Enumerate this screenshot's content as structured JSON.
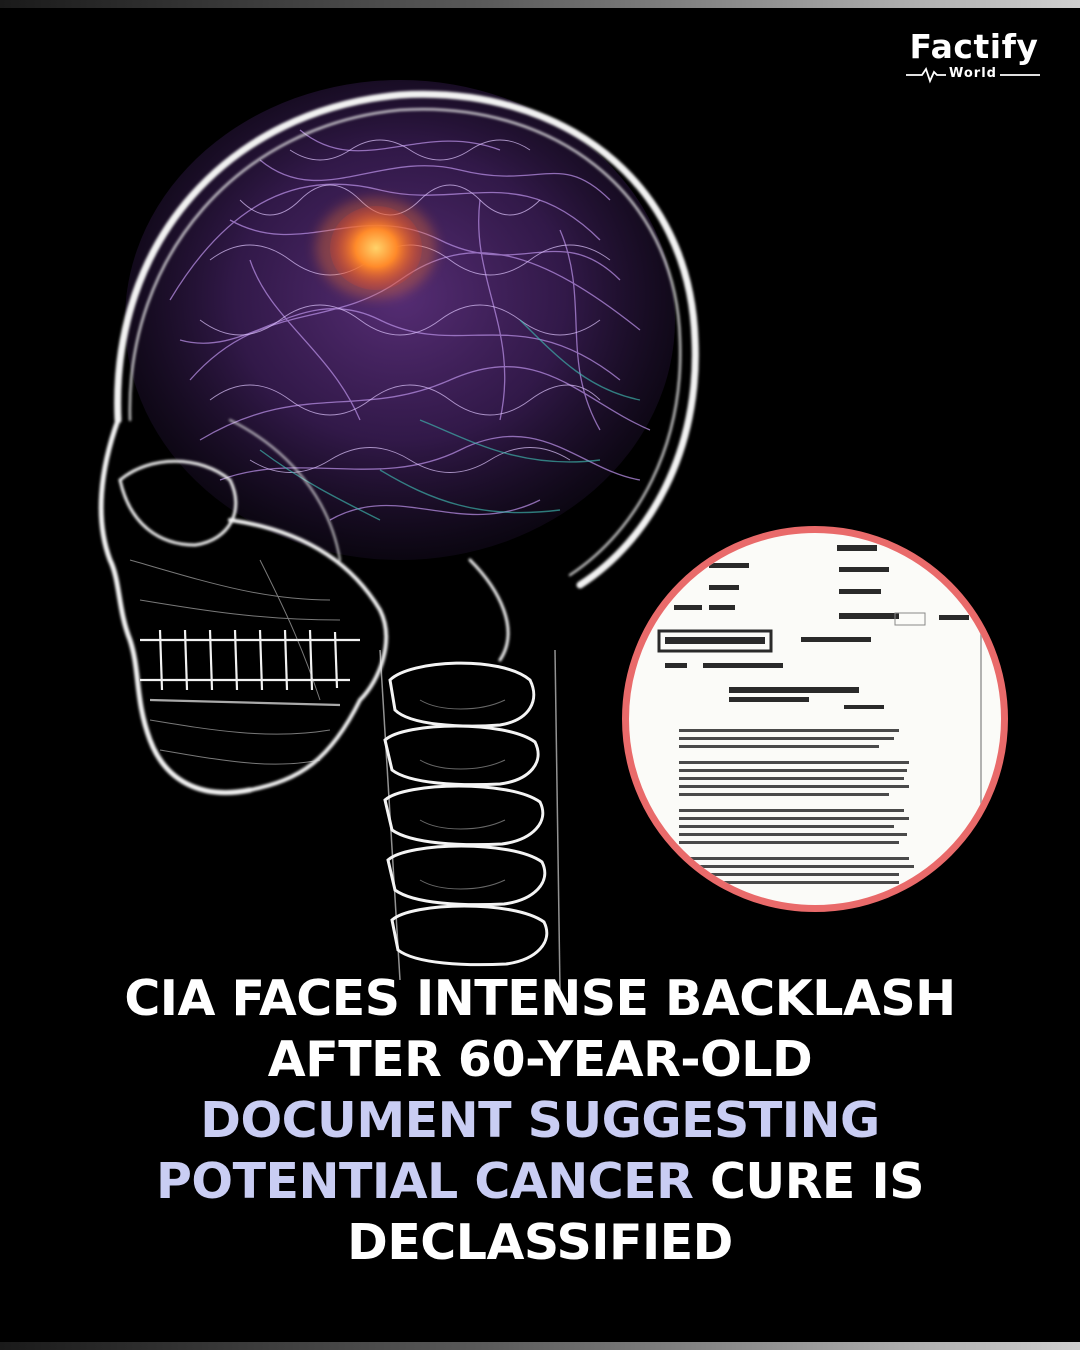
{
  "brand": {
    "name": "Factify",
    "sub": "World",
    "colors": {
      "highlight": "#c9cdf3",
      "circle_border": "#e96a6a",
      "background": "#000000"
    }
  },
  "illustration": {
    "subject": "x-ray skull with glowing brain and tumor",
    "inset": "declassified document in red circle"
  },
  "headline": {
    "line1": "CIA FACES INTENSE BACKLASH",
    "line2": "AFTER 60-YEAR-OLD",
    "line3": "DOCUMENT SUGGESTING",
    "line4_highlight": "POTENTIAL CANCER",
    "line4_rest": " CURE IS",
    "line5": "DECLASSIFIED"
  }
}
